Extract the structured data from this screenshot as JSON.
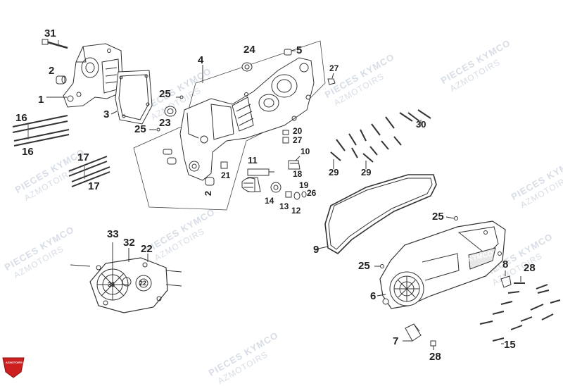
{
  "watermark": {
    "line1": "PIECES KYMCO",
    "line2": "AZMOTOIRS"
  },
  "logo_text": "AZMOTOIRS",
  "cover_brand": "KYMCO",
  "gear_labels": {
    "left": "33",
    "right": "22"
  },
  "callouts": {
    "c31": "31",
    "c2a": "2",
    "c1": "1",
    "c3": "3",
    "c16a": "16",
    "c16b": "16",
    "c17a": "17",
    "c17b": "17",
    "c25a": "25",
    "c23": "23",
    "c25b": "25",
    "c4": "4",
    "c24": "24",
    "c5": "5",
    "c27a": "27",
    "c20": "20",
    "c27b": "27",
    "c10": "10",
    "c18": "18",
    "c11": "11",
    "c21": "21",
    "c2b": "2",
    "c19": "19",
    "c26": "26",
    "c14": "14",
    "c13": "13",
    "c12": "12",
    "c30": "30",
    "c29a": "29",
    "c29b": "29",
    "c25c": "25",
    "c9": "9",
    "c25d": "25",
    "c8": "8",
    "c28a": "28",
    "c6": "6",
    "c7": "7",
    "c28b": "28",
    "c15": "15",
    "c33": "33",
    "c32": "32",
    "c22": "22"
  },
  "colors": {
    "line": "#333333",
    "watermark": "#d7dde6",
    "logo_red": "#cc1f1f"
  }
}
